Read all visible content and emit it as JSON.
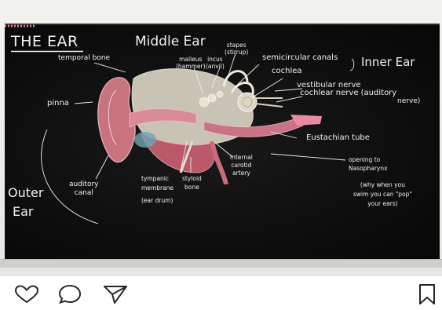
{
  "wall_note": "",
  "board": {
    "title": "THE EAR",
    "middle_ear": "Middle Ear",
    "inner_ear": "Inner Ear",
    "outer_ear_line1": "Outer",
    "outer_ear_line2": "Ear",
    "labels": {
      "temporal_bone": "temporal bone",
      "malleus": "malleus",
      "malleus_sub": "(hammer)",
      "incus": "incus",
      "incus_sub": "(anvil)",
      "stapes": "stapes",
      "stapes_sub": "(stirrup)",
      "semicircular_canals": "semicircular canals",
      "cochlea": "cochlea",
      "vestibular_nerve": "vestibular nerve",
      "cochlear_nerve": "cochlear nerve (auditory",
      "cochlear_nerve_2": "nerve)",
      "pinna": "pinna",
      "eustachian_tube": "Eustachian tube",
      "opening_1": "opening to",
      "opening_2": "Nasopharynx",
      "why_1": "(why when you",
      "why_2": "swim you can \"pop\"",
      "why_3": "your ears)",
      "internal_carotid_1": "internal",
      "internal_carotid_2": "carotid",
      "internal_carotid_3": "artery",
      "auditory_canal_1": "auditory",
      "auditory_canal_2": "canal",
      "tympanic_1": "tympanic",
      "tympanic_2": "membrane",
      "tympanic_3": "(ear drum)",
      "styloid_1": "styloid",
      "styloid_2": "bone"
    }
  },
  "actions": {
    "like": "heart-icon",
    "comment": "comment-icon",
    "share": "paper-plane-icon",
    "save": "bookmark-icon"
  },
  "colors": {
    "board": "#0c0c0c",
    "chalk": "#f1f1ef",
    "accent_pink": "#e98aa3"
  }
}
